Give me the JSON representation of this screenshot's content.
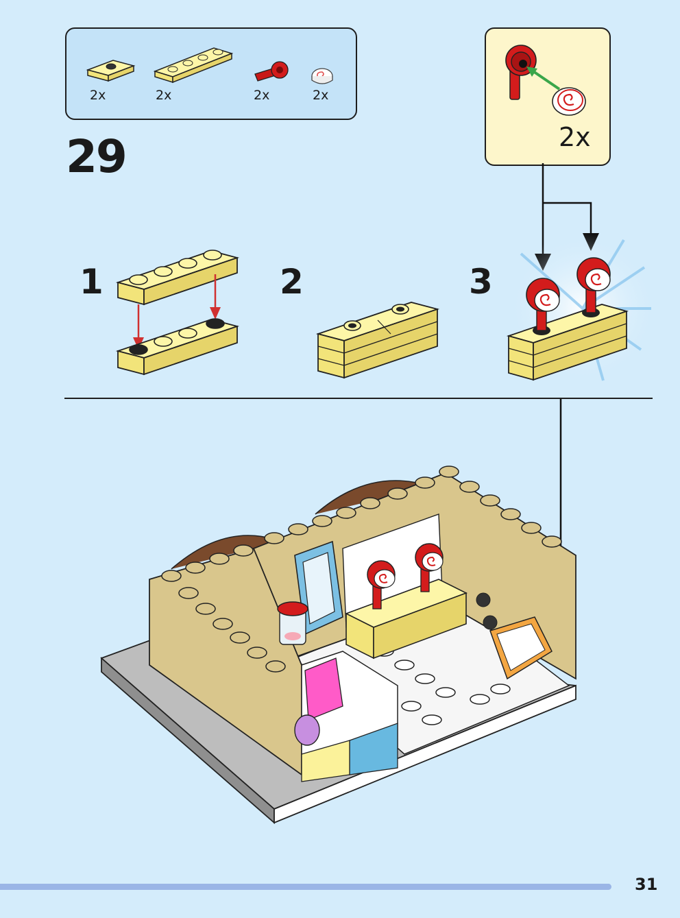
{
  "step": {
    "number": "29"
  },
  "parts_list": [
    {
      "name": "yellow-plate-1x2-jumper",
      "qty": "2x"
    },
    {
      "name": "yellow-plate-1x4",
      "qty": "2x"
    },
    {
      "name": "red-clip-bar",
      "qty": "2x"
    },
    {
      "name": "round-tile-swirl",
      "qty": "2x"
    }
  ],
  "sub_assembly": {
    "qty": "2x"
  },
  "substeps": [
    "1",
    "2",
    "3"
  ],
  "page": {
    "number": "31"
  },
  "colors": {
    "background": "#d4ecfb",
    "parts_box": "#c4e3f8",
    "sub_box": "#fdf6cb",
    "brick_yellow": "#fbf29a",
    "brick_tan": "#d9c68c",
    "red": "#d31c1c",
    "arrow_red": "#d03030",
    "arrow_green": "#3aa64a",
    "progress": "#9ab5e6"
  }
}
